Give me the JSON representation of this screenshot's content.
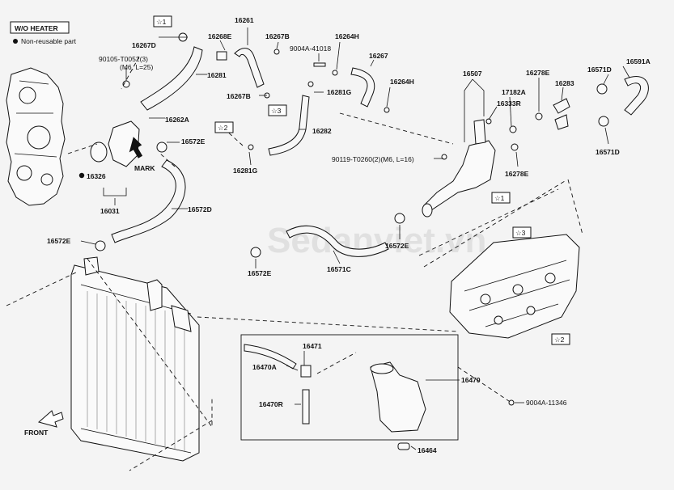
{
  "legend": {
    "title": "W/O HEATER",
    "note": "Non-reusable part"
  },
  "watermark": "Sedanviet.vn",
  "front_label": "FRONT",
  "mark_label": "MARK",
  "star_refs": {
    "s1": "☆1",
    "s2": "☆2",
    "s3": "☆3"
  },
  "parts": {
    "p16267D": "16267D",
    "p90105": "90105-T0052(3)",
    "p90105b": "(M6, L=25)",
    "p16281": "16281",
    "p16262A": "16262A",
    "p16572E_top": "16572E",
    "p16326": "16326",
    "p16031": "16031",
    "p16572D": "16572D",
    "p16572E_left": "16572E",
    "p16572E_mid": "16572E",
    "p16261": "16261",
    "p16268E": "16268E",
    "p16267B_top": "16267B",
    "p9004A_41018": "9004A-41018",
    "p16264H_top": "16264H",
    "p16267": "16267",
    "p16264H_right": "16264H",
    "p16267B_left": "16267B",
    "p16281G_top": "16281G",
    "p16282": "16282",
    "p16281G_low": "16281G",
    "p16571C": "16571C",
    "p16572E_right": "16572E",
    "p16507": "16507",
    "p16333R": "16333R",
    "p17182A": "17182A",
    "p16278E_top": "16278E",
    "p16283": "16283",
    "p16571D_top": "16571D",
    "p16591A": "16591A",
    "p16571D_low": "16571D",
    "p16278E_low": "16278E",
    "p90119": "90119-T0260(2)(M6, L=16)",
    "p16471": "16471",
    "p16470A": "16470A",
    "p16470R": "16470R",
    "p16470": "16470",
    "p9004A_11346": "9004A-11346",
    "p16464": "16464"
  }
}
